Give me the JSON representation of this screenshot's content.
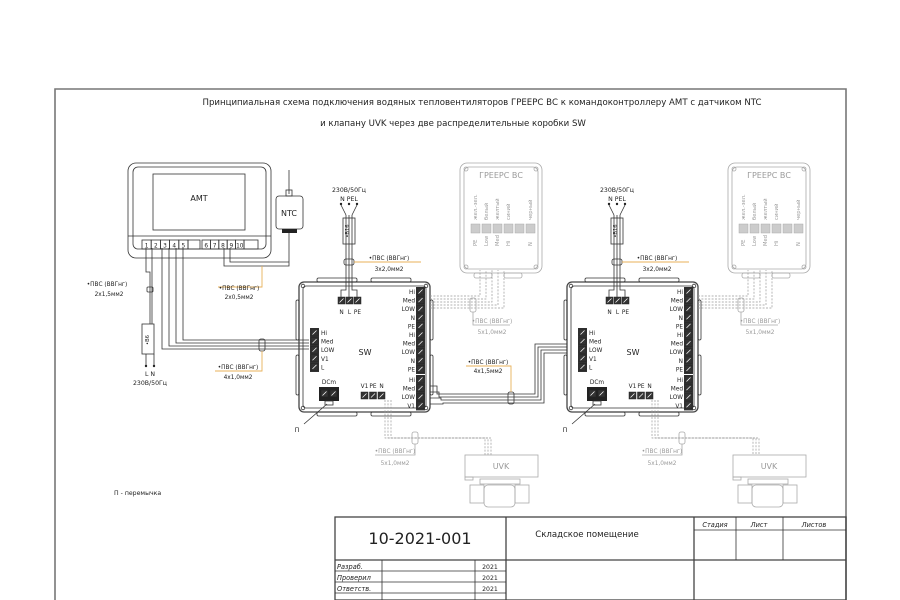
{
  "title": {
    "line1": "Принципиальная схема подключения водяных тепловентиляторов ГРЕЕРС ВС к командоконтроллеру АМТ с датчиком NTC",
    "line2": "и клапану UVK через две распределительные коробки SW"
  },
  "devices": {
    "amt": {
      "label": "AMT",
      "terminals_left": [
        "1",
        "2",
        "3",
        "4",
        "5",
        ""
      ],
      "terminals_right": [
        "6",
        "7",
        "8",
        "9",
        "10",
        ""
      ]
    },
    "ntc": {
      "label": "NTC"
    },
    "sw1": {
      "label": "SW"
    },
    "sw2": {
      "label": "SW"
    },
    "greers1": {
      "label": "ГРЕЕРС ВС",
      "wire_colors": [
        "жел.-зел.",
        "белый",
        "желтый",
        "синий",
        "",
        "черный"
      ],
      "pins": [
        "PE",
        "Low",
        "Med",
        "Hi",
        "",
        "N"
      ]
    },
    "greers2": {
      "label": "ГРЕЕРС ВС",
      "wire_colors": [
        "жел.-зел.",
        "белый",
        "желтый",
        "синий",
        "",
        "черный"
      ],
      "pins": [
        "PE",
        "Low",
        "Med",
        "Hi",
        "",
        "N"
      ]
    },
    "uvk1": {
      "label": "UVK"
    },
    "uvk2": {
      "label": "UVK"
    }
  },
  "sw_terminals": {
    "power": [
      "N",
      "L",
      "PE"
    ],
    "right_top": [
      "Hi",
      "Med",
      "LOW",
      "N",
      "PE"
    ],
    "right_mid": [
      "Hi",
      "Med",
      "LOW",
      "N",
      "PE"
    ],
    "right_bot": [
      "Hi",
      "Med",
      "LOW",
      "V1"
    ],
    "left": [
      "Hi",
      "Med",
      "LOW",
      "V1",
      "L"
    ],
    "dcm": "DCm",
    "valve": [
      "V1",
      "PE",
      "N"
    ]
  },
  "power": {
    "amt_supply": {
      "voltage": "230В/50Гц",
      "pins": "L  N",
      "breaker": "•В6"
    },
    "sw1_supply": {
      "voltage": "230В/50Гц",
      "pins": "N PEL",
      "breaker": "•В16"
    },
    "sw2_supply": {
      "voltage": "230В/50Гц",
      "pins": "N PEL",
      "breaker": "•В16"
    }
  },
  "cables": {
    "amt_power": {
      "type": "•ПВС (ВВГнг)",
      "size": "2х1,5мм2"
    },
    "amt_ntc": {
      "type": "•ПВС (ВВГнг)",
      "size": "2х0,5мм2"
    },
    "amt_sw": {
      "type": "•ПВС (ВВГнг)",
      "size": "4х1,0мм2"
    },
    "sw1_power": {
      "type": "•ПВС (ВВГнг)",
      "size": "3х2,0мм2"
    },
    "sw2_power": {
      "type": "•ПВС (ВВГнг)",
      "size": "3х2,0мм2"
    },
    "sw1_sw2": {
      "type": "•ПВС (ВВГнг)",
      "size": "4х1,5мм2"
    },
    "sw1_greers": {
      "type": "•ПВС (ВВГнг)",
      "size": "5х1,0мм2"
    },
    "sw2_greers": {
      "type": "•ПВС (ВВГнг)",
      "size": "5х1,0мм2"
    },
    "sw1_uvk": {
      "type": "•ПВС (ВВГнг)",
      "size": "5х1,0мм2"
    },
    "sw2_uvk": {
      "type": "•ПВС (ВВГнг)",
      "size": "5х1,0мм2"
    }
  },
  "jumper_mark": "П",
  "legend": "П - перемычка",
  "stamp": {
    "doc_number": "10-2021-001",
    "object_name": "Складское помещение",
    "headers": [
      "Стадия",
      "Лист",
      "Листов"
    ],
    "rows": [
      {
        "role": "Разраб.",
        "year": "2021"
      },
      {
        "role": "Проверил",
        "year": "2021"
      },
      {
        "role": "Ответств.",
        "year": "2021"
      }
    ]
  },
  "colors": {
    "frame": "#777777",
    "leader": "#e8b15a",
    "line": "#333333",
    "ghost": "#aaaaaa"
  }
}
